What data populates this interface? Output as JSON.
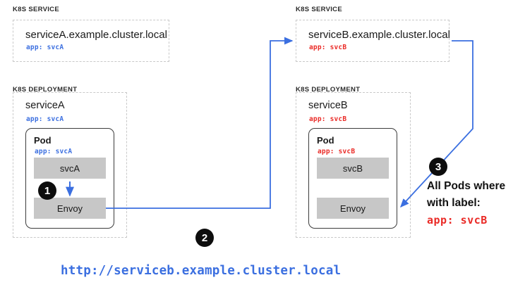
{
  "diagram": {
    "title_url": "http://serviceb.example.cluster.local",
    "accent_blue": "#3b6fe0",
    "accent_red": "#ea2b27",
    "container_gray": "#c7c7c7",
    "badge_black": "#0d0d0d"
  },
  "left": {
    "service": {
      "group_label": "K8S SERVICE",
      "fqdn": "serviceA.example.cluster.local",
      "selector": "app: svcA",
      "selector_color": "#3b6fe0"
    },
    "deployment": {
      "group_label": "K8S DEPLOYMENT",
      "name": "serviceA",
      "selector": "app: svcA",
      "selector_color": "#3b6fe0",
      "pod": {
        "title": "Pod",
        "selector": "app: svcA",
        "selector_color": "#3b6fe0",
        "containers": [
          {
            "name": "svcA"
          },
          {
            "name": "Envoy"
          }
        ]
      }
    }
  },
  "right": {
    "service": {
      "group_label": "K8S SERVICE",
      "fqdn": "serviceB.example.cluster.local",
      "selector": "app: svcB",
      "selector_color": "#ea2b27"
    },
    "deployment": {
      "group_label": "K8S DEPLOYMENT",
      "name": "serviceB",
      "selector": "app: svcB",
      "selector_color": "#ea2b27",
      "pod": {
        "title": "Pod",
        "selector": "app: svcB",
        "selector_color": "#ea2b27",
        "containers": [
          {
            "name": "svcB"
          },
          {
            "name": "Envoy"
          }
        ]
      }
    }
  },
  "badges": [
    {
      "id": "1",
      "text": "1"
    },
    {
      "id": "2",
      "text": "2"
    },
    {
      "id": "3",
      "text": "3"
    }
  ],
  "annotation": {
    "line1": "All Pods where",
    "line2": "with label:",
    "label": "app: svcB"
  }
}
